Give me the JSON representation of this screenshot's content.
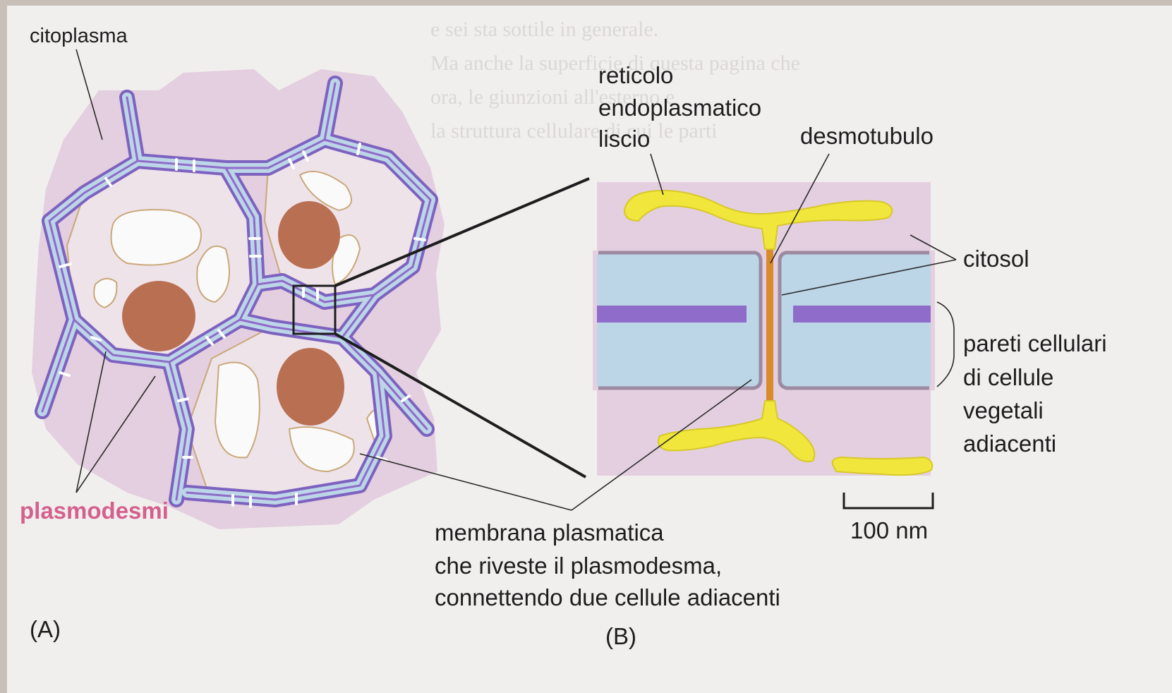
{
  "background_text_lines": [
    "e sei sta sottile in generale.",
    "Ma anche la superficie di questa pagina che",
    "ora, le giunzioni all'esterno e",
    "la struttura cellulare di cui le parti",
    "",
    "",
    "",
    "",
    "",
    "",
    "",
    "",
    "",
    "",
    "",
    "",
    ""
  ],
  "labels": {
    "citoplasma": "citoplasma",
    "plasmodesmi": "plasmodesmi",
    "panel_a": "(A)",
    "panel_b": "(B)",
    "reticolo_1": "reticolo",
    "reticolo_2": "endoplasmatico",
    "reticolo_3": "liscio",
    "desmotubulo": "desmotubulo",
    "citosol": "citosol",
    "pareti_1": "pareti cellulari",
    "pareti_2": "di cellule",
    "pareti_3": "vegetali",
    "pareti_4": "adiacenti",
    "scale": "100 nm",
    "membrana_1": "membrana plasmatica",
    "membrana_2": "che riveste il plasmodesma,",
    "membrana_3": "connettendo due cellule adiacenti"
  },
  "colors": {
    "cell_pink": "#e4cfe0",
    "wall_blue": "#bcd6e8",
    "middle_lamella": "#8f6cc9",
    "nucleus": "#b96f52",
    "er_yellow": "#f1e63c",
    "membrane": "#9c8aa0",
    "desmotubule": "#d98a2a"
  }
}
